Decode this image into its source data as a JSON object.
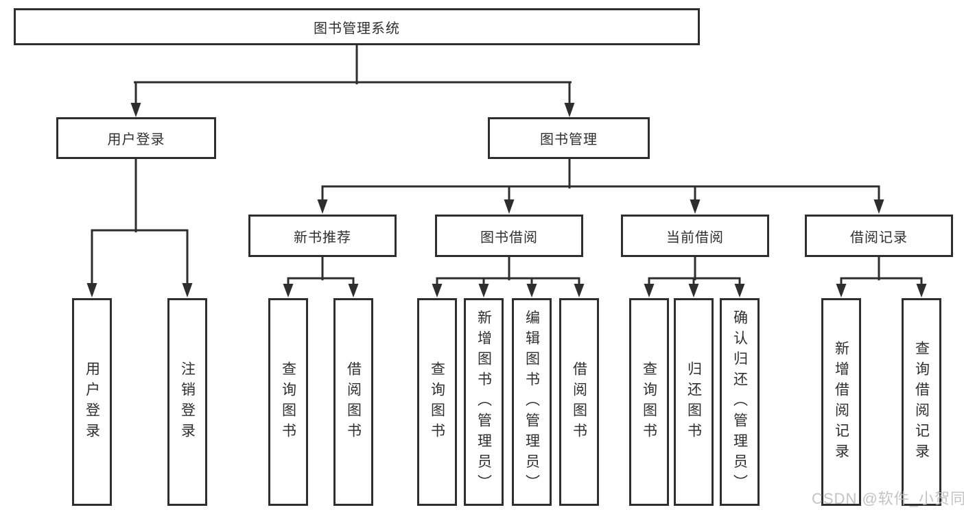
{
  "diagram": {
    "title": "图书管理系统",
    "branches": [
      {
        "label": "用户登录",
        "children": [
          "用户登录",
          "注销登录"
        ]
      },
      {
        "label": "图书管理",
        "children": [
          {
            "label": "新书推荐",
            "children": [
              "查询图书",
              "借阅图书"
            ]
          },
          {
            "label": "图书借阅",
            "children": [
              "查询图书",
              "新增图书（管理员）",
              "编辑图书（管理员）",
              "借阅图书"
            ]
          },
          {
            "label": "当前借阅",
            "children": [
              "查询图书",
              "归还图书",
              "确认归还（管理员）"
            ]
          },
          {
            "label": "借阅记录",
            "children": [
              "新增借阅记录",
              "查询借阅记录"
            ]
          }
        ]
      }
    ]
  },
  "watermark": {
    "text": "CSDN @软件_小贺同学"
  },
  "colors": {
    "line": "#2e2e2e",
    "text": "#2f2f2f",
    "background": "#ffffff",
    "watermark": "#b9b9b9"
  }
}
